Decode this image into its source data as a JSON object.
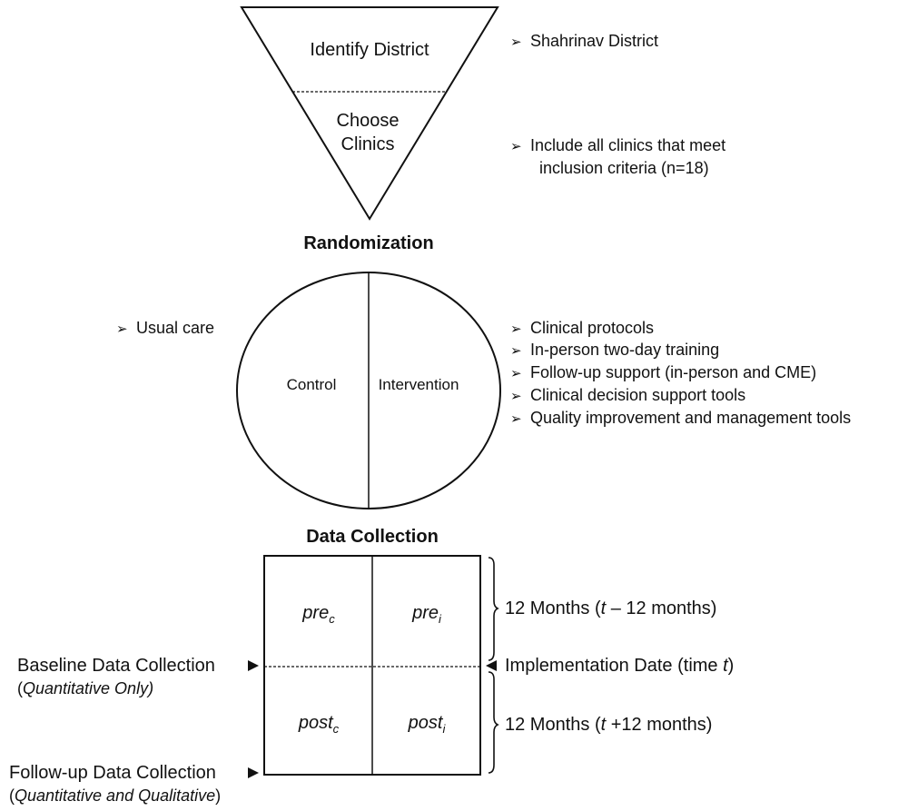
{
  "funnel": {
    "top_label": "Identify District",
    "bottom_label_line1": "Choose",
    "bottom_label_line2": "Clinics"
  },
  "funnel_notes": {
    "district": "Shahrinav District",
    "clinics_line1": "Include all clinics that meet",
    "clinics_line2": "inclusion criteria (n=18)"
  },
  "randomization": {
    "title": "Randomization",
    "left_label": "Control",
    "right_label": "Intervention",
    "control_items": [
      "Usual care"
    ],
    "intervention_items": [
      "Clinical protocols",
      "In-person two-day training",
      "Follow-up support (in-person and CME)",
      "Clinical decision support tools",
      "Quality improvement and management tools"
    ]
  },
  "data_collection": {
    "title": "Data Collection",
    "cells": {
      "pre_c": {
        "base": "pre",
        "sub": "c"
      },
      "pre_i": {
        "base": "pre",
        "sub": "i"
      },
      "post_c": {
        "base": "post",
        "sub": "c"
      },
      "post_i": {
        "base": "post",
        "sub": "i"
      }
    },
    "right": {
      "pre_period_a": "12 Months (",
      "pre_period_t": "t",
      "pre_period_b": " – 12 months)",
      "impl_a": "Implementation Date (time ",
      "impl_t": "t",
      "impl_b": ")",
      "post_period_a": "12 Months (",
      "post_period_t": "t",
      "post_period_b": " +12 months)"
    },
    "left": {
      "baseline_title": "Baseline Data Collection",
      "baseline_paren_open": "(",
      "baseline_note": "Quantitative Only)",
      "followup_title": "Follow-up Data Collection",
      "followup_paren_open": "(",
      "followup_note": "Quantitative and Qualitative",
      "followup_paren_close": ")"
    }
  },
  "icons": {
    "bullet": "arrowhead-bullet-icon",
    "pointer_right": "triangle-right-icon",
    "pointer_left": "triangle-left-icon"
  }
}
